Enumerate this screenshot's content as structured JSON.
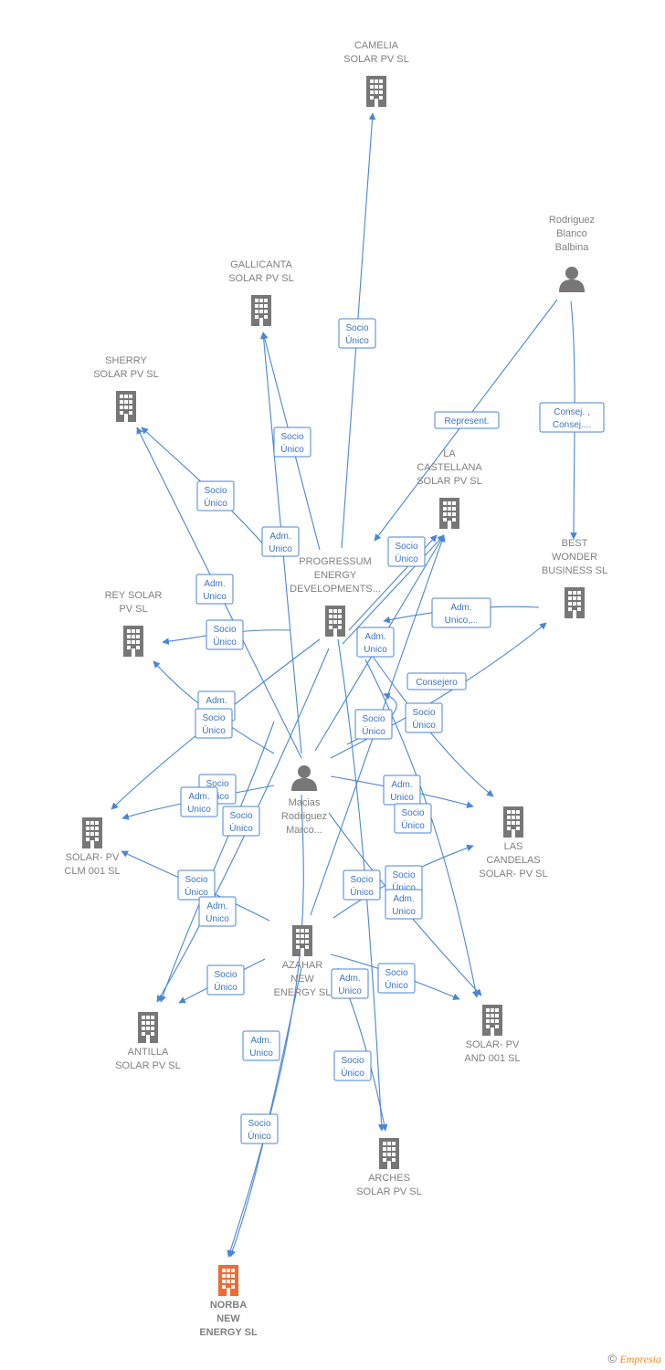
{
  "colors": {
    "company": "#777777",
    "company_highlight": "#f26a30",
    "person": "#777777",
    "edge": "#4a86d6"
  },
  "nodes": [
    {
      "id": "camelia",
      "type": "company",
      "lines": [
        "CAMELIA",
        "SOLAR PV  SL"
      ]
    },
    {
      "id": "gallicanta",
      "type": "company",
      "lines": [
        "GALLICANTA",
        "SOLAR PV  SL"
      ]
    },
    {
      "id": "sherry",
      "type": "company",
      "lines": [
        "SHERRY",
        "SOLAR PV  SL"
      ]
    },
    {
      "id": "rodriguez",
      "type": "person",
      "lines": [
        "Rodriguez",
        "Blanco",
        "Balbina"
      ]
    },
    {
      "id": "lacastellana",
      "type": "company",
      "lines": [
        "LA",
        "CASTELLANA",
        "SOLAR PV  SL"
      ]
    },
    {
      "id": "progressum",
      "type": "company",
      "lines": [
        "PROGRESSUM",
        "ENERGY",
        "DEVELOPMENTS..."
      ]
    },
    {
      "id": "bestwonder",
      "type": "company",
      "lines": [
        "BEST",
        "WONDER",
        "BUSINESS SL"
      ]
    },
    {
      "id": "reysolar",
      "type": "company",
      "lines": [
        "REY SOLAR",
        "PV  SL"
      ]
    },
    {
      "id": "macias",
      "type": "person",
      "lines": [
        "Macias",
        "Rodriguez",
        "Marco..."
      ]
    },
    {
      "id": "solarclm",
      "type": "company",
      "lines": [
        "SOLAR- PV",
        "CLM 001  SL"
      ]
    },
    {
      "id": "lascandelas",
      "type": "company",
      "lines": [
        "LAS",
        "CANDELAS",
        "SOLAR- PV  SL"
      ]
    },
    {
      "id": "azahar",
      "type": "company",
      "lines": [
        "AZAHAR",
        "NEW",
        "ENERGY  SL"
      ]
    },
    {
      "id": "antilla",
      "type": "company",
      "lines": [
        "ANTILLA",
        "SOLAR PV  SL"
      ]
    },
    {
      "id": "solarand",
      "type": "company",
      "lines": [
        "SOLAR- PV",
        "AND 001  SL"
      ]
    },
    {
      "id": "arches",
      "type": "company",
      "lines": [
        "ARCHES",
        "SOLAR PV  SL"
      ]
    },
    {
      "id": "norba",
      "type": "company_highlight",
      "lines": [
        "NORBA",
        "NEW",
        "ENERGY  SL"
      ]
    }
  ],
  "edge_labels": [
    {
      "id": "l1",
      "lines": [
        "Socio",
        "Único"
      ]
    },
    {
      "id": "l2",
      "lines": [
        "Socio",
        "Único"
      ]
    },
    {
      "id": "l3",
      "lines": [
        "Socio",
        "Único"
      ]
    },
    {
      "id": "l4",
      "lines": [
        "Represent."
      ]
    },
    {
      "id": "l5",
      "lines": [
        "Consej. ,",
        "Consej...."
      ]
    },
    {
      "id": "l6",
      "lines": [
        "Adm.",
        "Unico"
      ]
    },
    {
      "id": "l7",
      "lines": [
        "Socio",
        "Único"
      ]
    },
    {
      "id": "l8",
      "lines": [
        "Adm.",
        "Unico"
      ]
    },
    {
      "id": "l9",
      "lines": [
        "Adm.",
        "Unico,..."
      ]
    },
    {
      "id": "l10",
      "lines": [
        "Socio",
        "Único"
      ]
    },
    {
      "id": "l11",
      "lines": [
        "Adm.",
        "Unico"
      ]
    },
    {
      "id": "l12",
      "lines": [
        "Consejero"
      ]
    },
    {
      "id": "l13",
      "lines": [
        "Adm.",
        "Unico"
      ]
    },
    {
      "id": "l14",
      "lines": [
        "Socio",
        "Único"
      ]
    },
    {
      "id": "l15",
      "lines": [
        "Socio",
        "Único"
      ]
    },
    {
      "id": "l16",
      "lines": [
        "Socio",
        "Único"
      ]
    },
    {
      "id": "l17",
      "lines": [
        "Socio",
        "Único"
      ]
    },
    {
      "id": "l18",
      "lines": [
        "Adm.",
        "Unico"
      ]
    },
    {
      "id": "l19",
      "lines": [
        "Adm.",
        "Unico"
      ]
    },
    {
      "id": "l20",
      "lines": [
        "Socio",
        "Único"
      ]
    },
    {
      "id": "l21",
      "lines": [
        "Socio",
        "Único"
      ]
    },
    {
      "id": "l22",
      "lines": [
        "Socio",
        "Único"
      ]
    },
    {
      "id": "l23",
      "lines": [
        "Adm.",
        "Unico"
      ]
    },
    {
      "id": "l24",
      "lines": [
        "Socio",
        "Único"
      ]
    },
    {
      "id": "l25",
      "lines": [
        "Socio",
        "Único"
      ]
    },
    {
      "id": "l26",
      "lines": [
        "Adm.",
        "Unico"
      ]
    },
    {
      "id": "l27",
      "lines": [
        "Socio",
        "Único"
      ]
    },
    {
      "id": "l28",
      "lines": [
        "Adm.",
        "Unico"
      ]
    },
    {
      "id": "l29",
      "lines": [
        "Socio",
        "Único"
      ]
    },
    {
      "id": "l30",
      "lines": [
        "Adm.",
        "Unico"
      ]
    },
    {
      "id": "l31",
      "lines": [
        "Socio",
        "Único"
      ]
    },
    {
      "id": "l32",
      "lines": [
        "Socio",
        "Único"
      ]
    }
  ],
  "footer": {
    "copyright": "©",
    "brand": "Empresia"
  }
}
